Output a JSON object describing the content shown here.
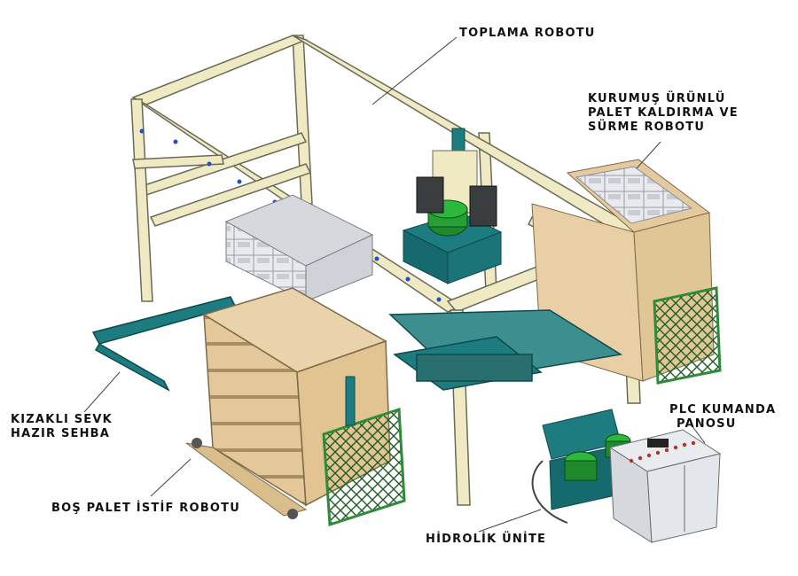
{
  "callouts": {
    "toplama": [
      "TOPLAMA ROBOTU"
    ],
    "kurumus": [
      "KURUMUŞ ÜRÜNLÜ",
      "PALET KALDIRMA VE",
      "SÜRME ROBOTU"
    ],
    "kizakli": [
      "KIZAKLI SEVK",
      "HAZIR SEHBA"
    ],
    "bos_palet": [
      "BOŞ PALET İSTİF ROBOTU"
    ],
    "hidrolik": [
      "HİDROLİK ÜNİTE"
    ],
    "plc": [
      "PLC KUMANDA",
      "PANOSU"
    ]
  },
  "colors": {
    "frame": "#efe9c4",
    "frame_stroke": "#6b6a55",
    "cage": "#e8ceA0",
    "teal": "#1c7c80",
    "green_motor": "#1e8a2c",
    "grid_green": "#2f8a3a",
    "blocks": "#e4e6ea",
    "bolt_blue": "#1f4fc8"
  }
}
